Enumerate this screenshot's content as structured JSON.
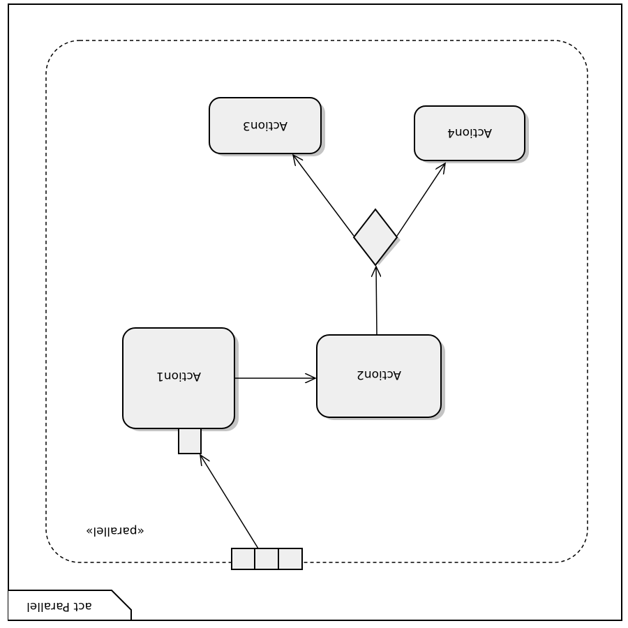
{
  "diagram": {
    "frame_label": "act Parallel",
    "region_stereotype": "«parallel»",
    "nodes": {
      "action1": "Action1",
      "action2": "Action2",
      "action3": "Action3",
      "action4": "Action4"
    }
  },
  "colors": {
    "node_fill": "#efefef",
    "node_shadow": "#c4c4c4",
    "stroke": "#000000",
    "background": "#ffffff"
  }
}
